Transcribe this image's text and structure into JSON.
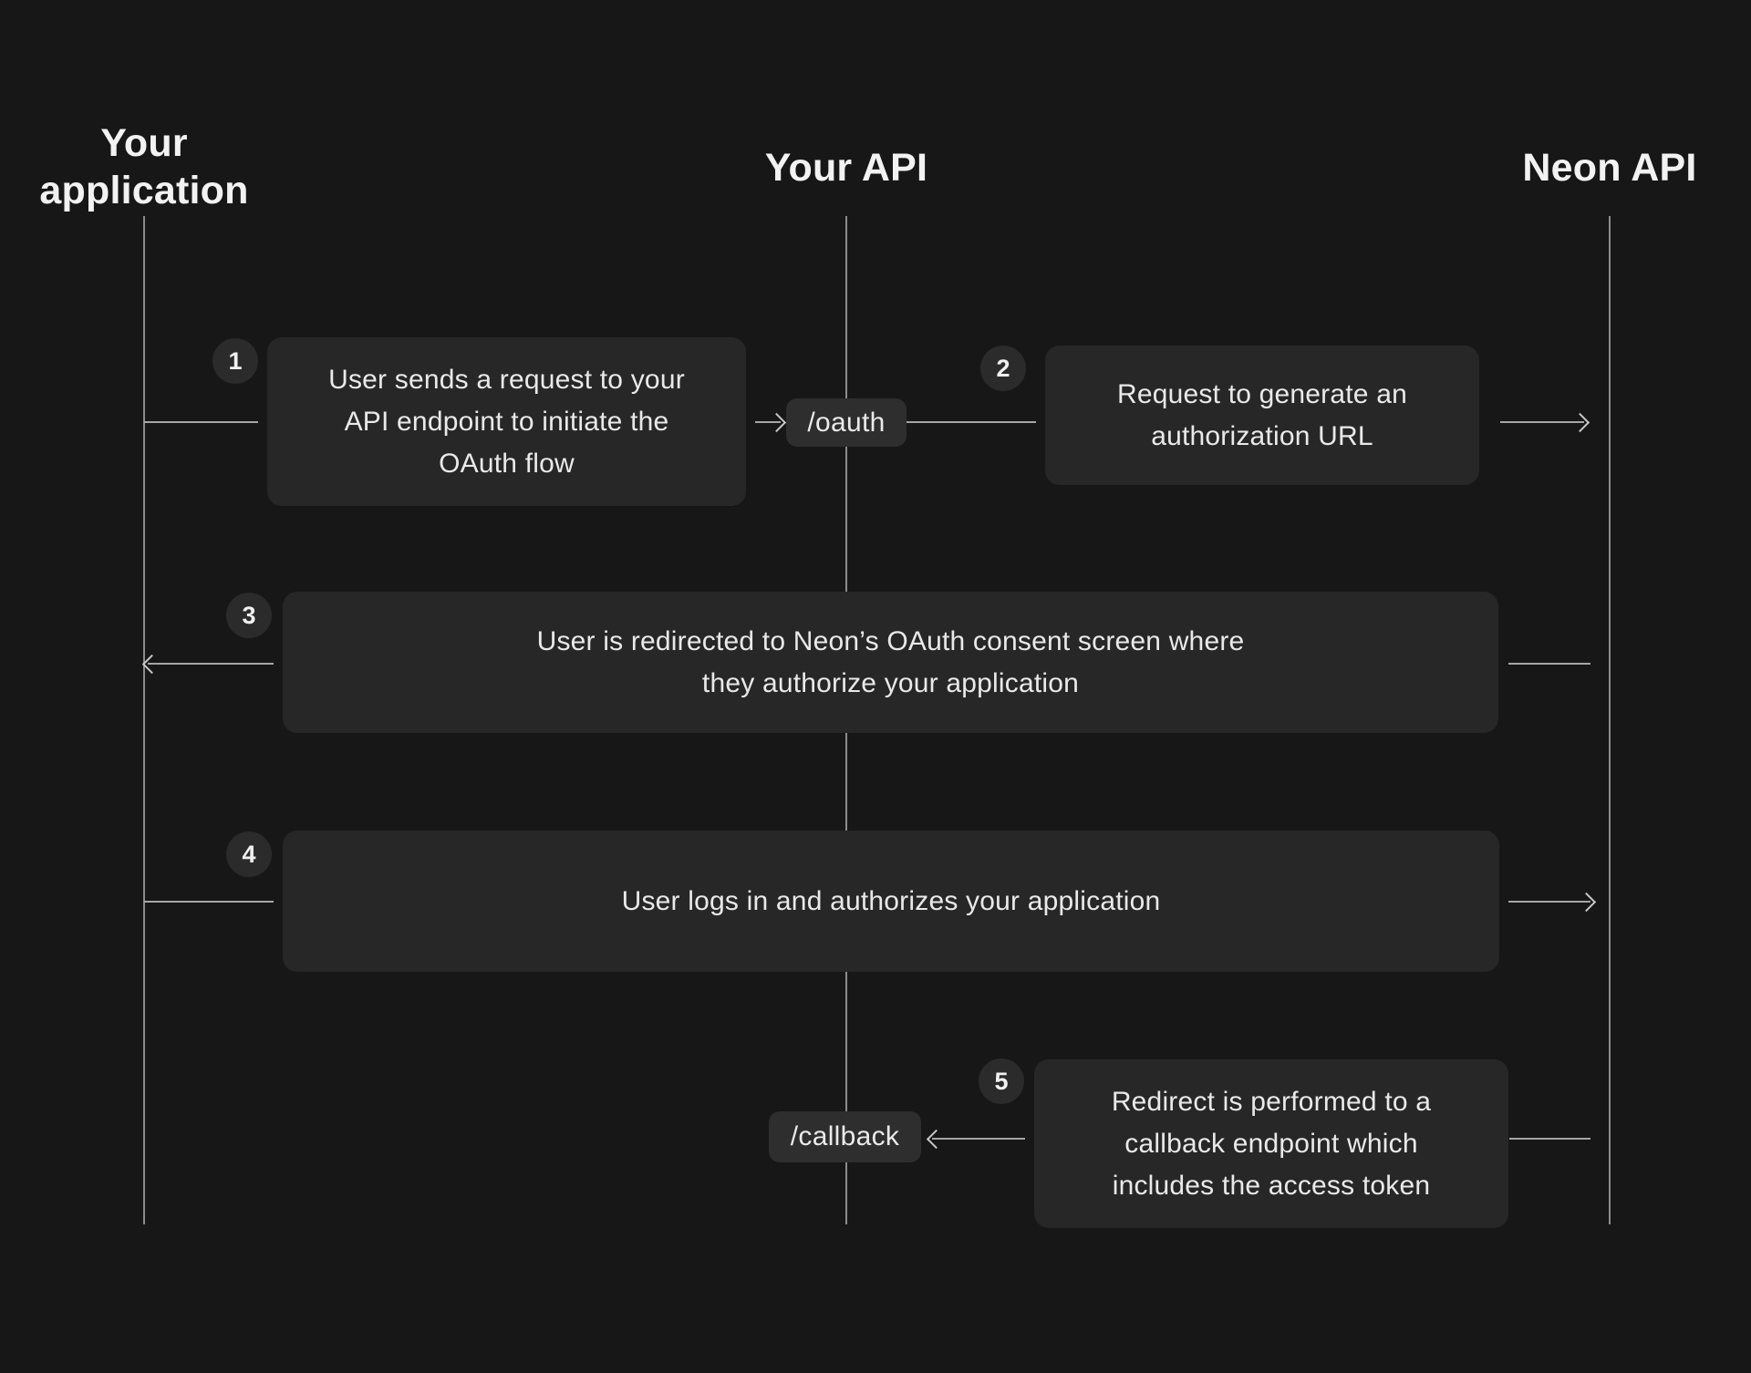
{
  "actors": [
    {
      "label": "Your application"
    },
    {
      "label": "Your API"
    },
    {
      "label": "Neon API"
    }
  ],
  "endpoints": {
    "oauth": "/oauth",
    "callback": "/callback"
  },
  "steps": [
    {
      "number": "1",
      "from": "Your application",
      "to": "/oauth (Your API)",
      "lines": [
        "User sends a request to your",
        "API endpoint to initiate the",
        "OAuth flow"
      ]
    },
    {
      "number": "2",
      "from": "Your API",
      "to": "Neon API",
      "lines": [
        "Request to generate an",
        "authorization URL"
      ]
    },
    {
      "number": "3",
      "from": "Neon API",
      "to": "Your application",
      "lines": [
        "User is redirected to Neon’s OAuth consent screen where",
        "they authorize your application"
      ]
    },
    {
      "number": "4",
      "from": "Your application",
      "to": "Neon API",
      "lines": [
        "User logs in and authorizes your application"
      ]
    },
    {
      "number": "5",
      "from": "Neon API",
      "to": "/callback (Your API)",
      "lines": [
        "Redirect is performed to a",
        "callback endpoint which",
        "includes the access token"
      ]
    }
  ],
  "colors": {
    "background": "#171717",
    "surface": "#272727",
    "pill_surface": "#2e2e2e",
    "badge_surface": "#2b2b2b",
    "text_primary": "#f2f2f2",
    "text_secondary": "#e9e9e9",
    "lifeline": "#8c8c8c",
    "connector": "#a6a6a6",
    "arrowhead": "#c9c9c9"
  }
}
